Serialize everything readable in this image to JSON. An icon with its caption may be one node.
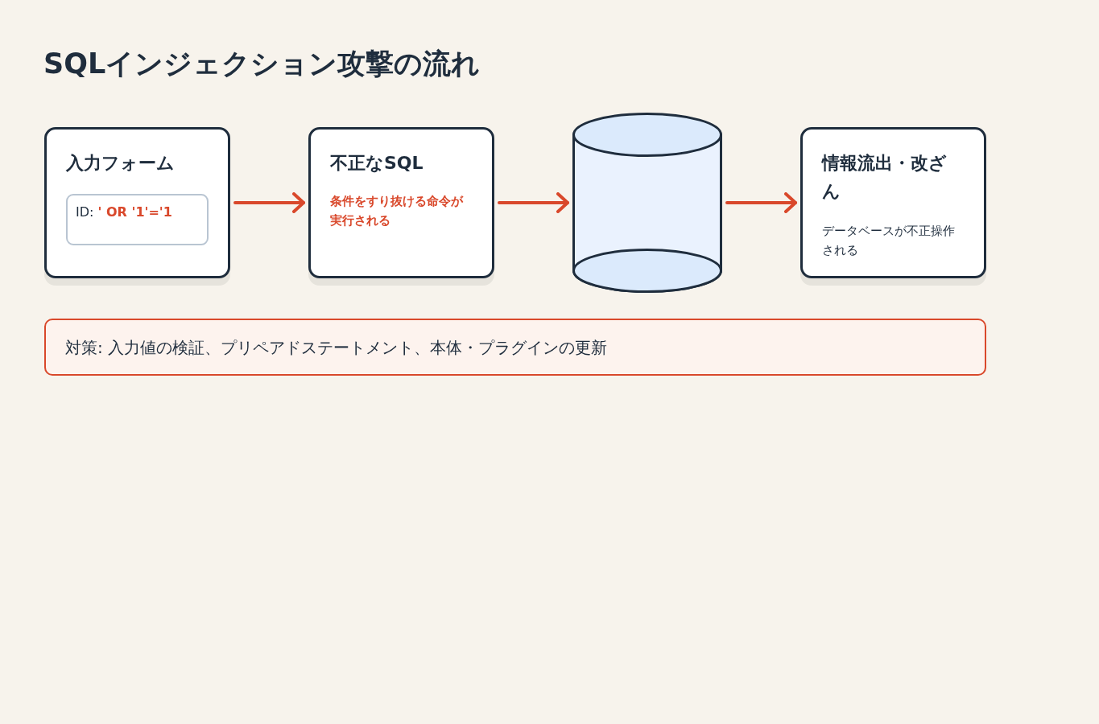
{
  "diagram": {
    "title": "SQLインジェクション攻撃の流れ",
    "nodes": [
      {
        "text": [
          "入力フォーム"
        ]
      },
      {
        "text": [
          "ID: **' OR '1'='1**"
        ],
        "in": 0
      },
      {
        "text": [
          "不正なSQL",
          "条件をすり抜ける命令が実行される"
        ]
      },
      {
        "text": [],
        "shape": "cylinder"
      },
      {
        "text": [
          "情報流出・改ざん",
          "データベースが不正操作される"
        ]
      },
      {
        "text": [
          "対策: 入力値の検証、プリペアドステートメント、本体・プラグインの更新"
        ]
      }
    ],
    "edges": [
      {
        "from": 0,
        "to": 2,
        "arrow": "to"
      },
      {
        "from": 2,
        "to": 3,
        "arrow": "to"
      },
      {
        "from": 3,
        "to": 4,
        "arrow": "to"
      }
    ]
  }
}
